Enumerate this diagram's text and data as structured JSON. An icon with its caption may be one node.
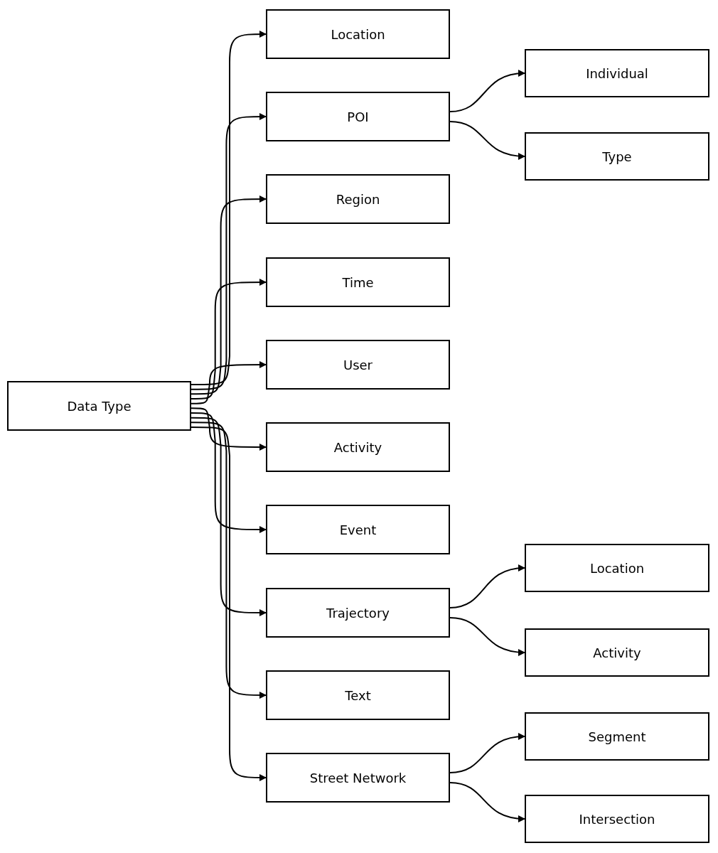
{
  "diagram": {
    "nodes": [
      {
        "text": [
          "Data Type"
        ]
      },
      {
        "text": [
          "Location"
        ]
      },
      {
        "text": [
          "POI"
        ]
      },
      {
        "text": [
          "Region"
        ]
      },
      {
        "text": [
          "Time"
        ]
      },
      {
        "text": [
          "User"
        ]
      },
      {
        "text": [
          "Activity"
        ]
      },
      {
        "text": [
          "Event"
        ]
      },
      {
        "text": [
          "Trajectory"
        ]
      },
      {
        "text": [
          "Text"
        ]
      },
      {
        "text": [
          "Street Network"
        ]
      },
      {
        "text": [
          "Individual"
        ]
      },
      {
        "text": [
          "Type"
        ]
      },
      {
        "text": [
          "Location"
        ]
      },
      {
        "text": [
          "Activity"
        ]
      },
      {
        "text": [
          "Segment"
        ]
      },
      {
        "text": [
          "Intersection"
        ]
      }
    ],
    "edges": [
      {
        "from": 0,
        "to": 1,
        "arrow": "to"
      },
      {
        "from": 0,
        "to": 2,
        "arrow": "to"
      },
      {
        "from": 0,
        "to": 3,
        "arrow": "to"
      },
      {
        "from": 0,
        "to": 4,
        "arrow": "to"
      },
      {
        "from": 0,
        "to": 5,
        "arrow": "to"
      },
      {
        "from": 0,
        "to": 6,
        "arrow": "to"
      },
      {
        "from": 0,
        "to": 7,
        "arrow": "to"
      },
      {
        "from": 0,
        "to": 8,
        "arrow": "to"
      },
      {
        "from": 0,
        "to": 9,
        "arrow": "to"
      },
      {
        "from": 0,
        "to": 10,
        "arrow": "to"
      },
      {
        "from": 2,
        "to": 11,
        "arrow": "to"
      },
      {
        "from": 2,
        "to": 12,
        "arrow": "to"
      },
      {
        "from": 8,
        "to": 13,
        "arrow": "to"
      },
      {
        "from": 8,
        "to": 14,
        "arrow": "to"
      },
      {
        "from": 10,
        "to": 15,
        "arrow": "to"
      },
      {
        "from": 10,
        "to": 16,
        "arrow": "to"
      }
    ]
  }
}
